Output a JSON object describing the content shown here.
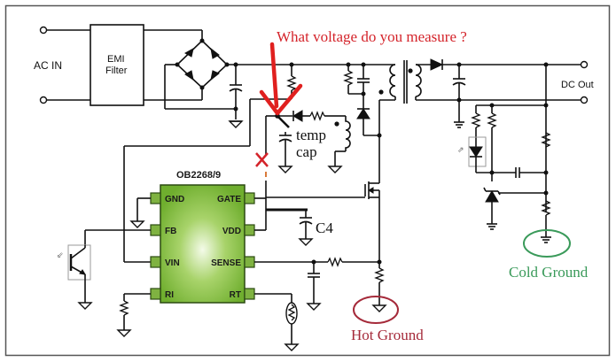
{
  "labels": {
    "ac_in": "AC IN",
    "emi_line1": "EMI",
    "emi_line2": "Filter",
    "dc_out": "DC Out",
    "temp_line1": "temp",
    "temp_line2": "cap",
    "c4": "C4",
    "question": "What voltage do you measure ?",
    "hot_ground": "Hot Ground",
    "cold_ground": "Cold Ground"
  },
  "ic": {
    "part": "OB2268/9",
    "left_pins": [
      "GND",
      "FB",
      "VIN",
      "RI"
    ],
    "right_pins": [
      "GATE",
      "VDD",
      "SENSE",
      "RT"
    ]
  },
  "colors": {
    "annotation_red": "#d4232a",
    "hot_ground": "#a52a3a",
    "cold_ground": "#3a9a5a",
    "ic_green": "#7fb241"
  }
}
